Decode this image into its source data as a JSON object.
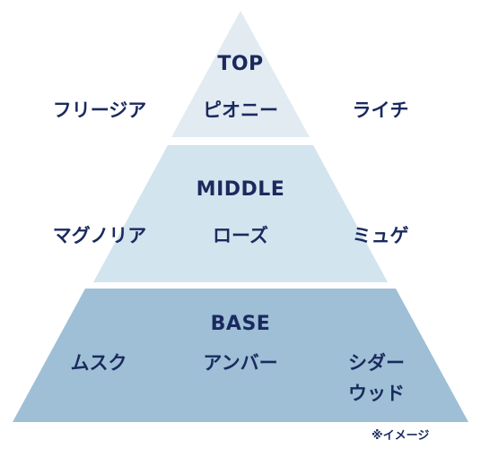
{
  "colors": {
    "text": "#1a2a5e",
    "top_fill": "#e1ebf1",
    "middle_fill": "#d2e4ee",
    "base_fill": "#9ebfd6"
  },
  "tiers": {
    "top": {
      "label": "TOP",
      "notes": [
        "フリージア",
        "ピオニー",
        "ライチ"
      ]
    },
    "middle": {
      "label": "MIDDLE",
      "notes": [
        "マグノリア",
        "ローズ",
        "ミュゲ"
      ]
    },
    "base": {
      "label": "BASE",
      "notes": [
        "ムスク",
        "アンバー",
        "シダー\nウッド"
      ]
    }
  },
  "caption": "※イメージ"
}
